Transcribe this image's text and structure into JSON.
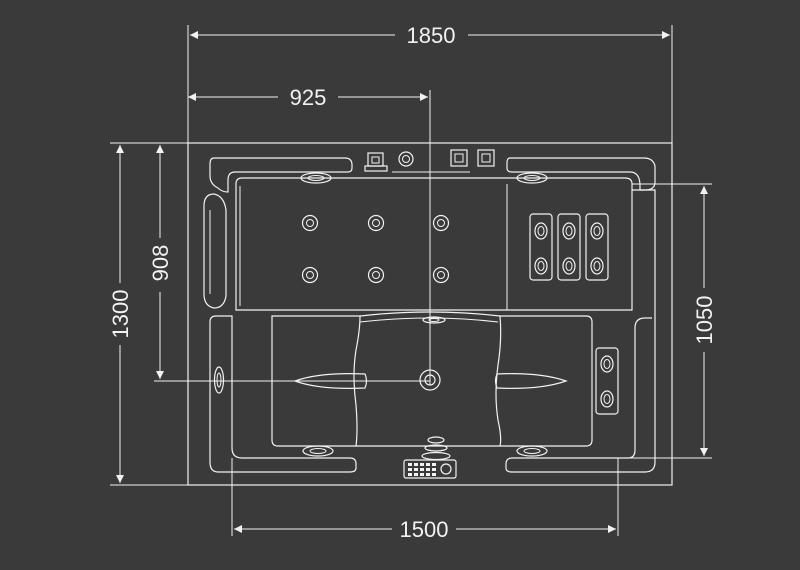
{
  "dimensions": {
    "overall_width": "1850",
    "center_offset": "925",
    "overall_length": "1300",
    "seat_length": "908",
    "basin_length": "1050",
    "basin_width": "1500"
  },
  "colors": {
    "background": "#3a3a3a",
    "line": "#f2f2f2"
  },
  "icons": [
    "overflow-icon",
    "valve-icon",
    "pillow-icon",
    "jet-icon",
    "air-jet-icon",
    "control-panel-icon",
    "drain-icon",
    "light-icon"
  ]
}
